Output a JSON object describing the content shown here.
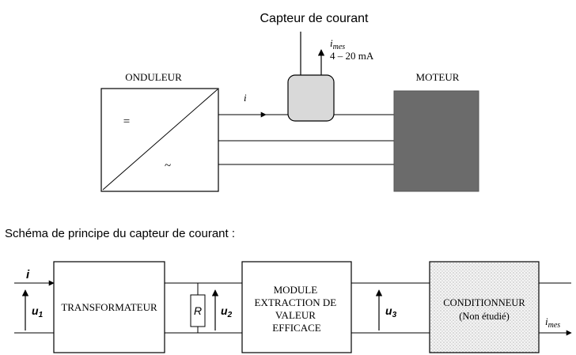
{
  "top": {
    "sensor_title": "Capteur de courant",
    "inverter_label": "ONDULEUR",
    "motor_label": "MOTEUR",
    "dc_symbol": "=",
    "ac_symbol": "~",
    "current_label": "i",
    "output_label_main": "i",
    "output_label_sub": "mes",
    "output_range": "4 – 20 mA"
  },
  "caption": "Schéma de principe du capteur de courant :",
  "bottom": {
    "input_current": "i",
    "u1_main": "u",
    "u1_sub": "1",
    "transformer_label": "TRANSFORMATEUR",
    "resistor_label": "R",
    "u2_main": "u",
    "u2_sub": "2",
    "module_lines": [
      "MODULE",
      "EXTRACTION DE",
      "VALEUR",
      "EFFICACE"
    ],
    "u3_main": "u",
    "u3_sub": "3",
    "conditioner_label": "CONDITIONNEUR",
    "conditioner_note": "(Non étudié)",
    "output_main": "i",
    "output_sub": "mes"
  }
}
